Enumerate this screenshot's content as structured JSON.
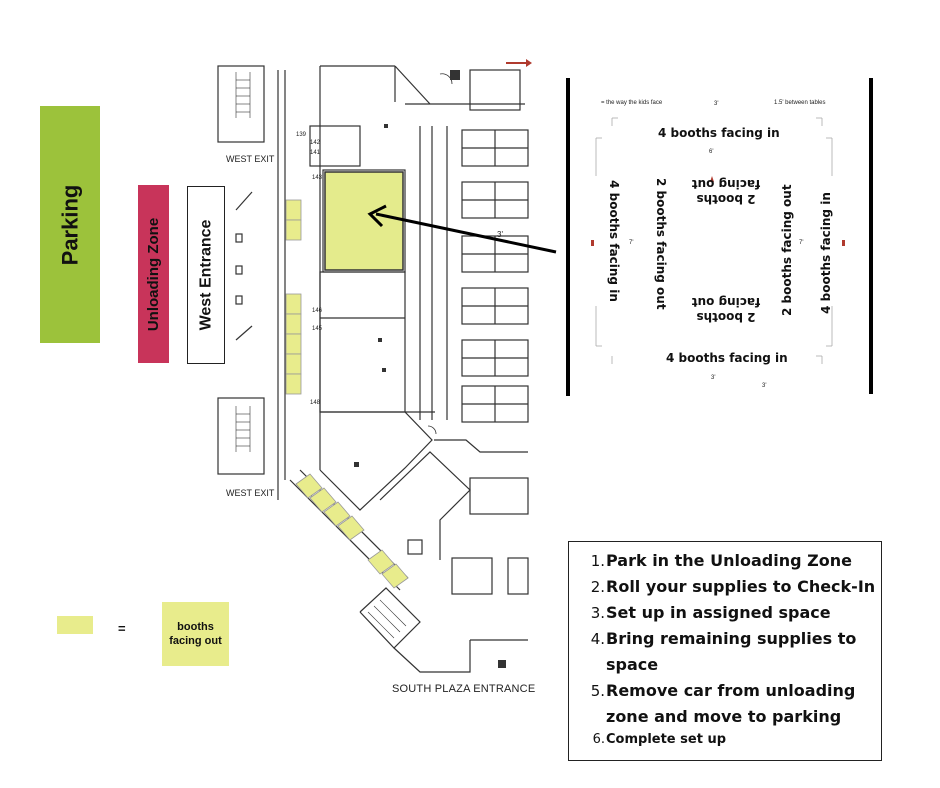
{
  "zones": {
    "parking": "Parking",
    "unloading": "Unloading Zone",
    "west_entrance": "West Entrance"
  },
  "floorplan": {
    "west_exit_top": "WEST EXIT",
    "west_exit_bottom": "WEST EXIT",
    "south_plaza": "SOUTH PLAZA ENTRANCE",
    "room_nums": [
      "139",
      "142",
      "141",
      "143",
      "146",
      "145",
      "148"
    ],
    "dimension_mark": "3'"
  },
  "legend": {
    "equals": "=",
    "label": "booths facing out",
    "swatch_color": "#e8ec8c"
  },
  "booth_diagram": {
    "note_left": "= the way the kids face",
    "note_dim_top": "3'",
    "note_right": "1.5' between tables",
    "top": "4 booths facing in",
    "gap": "6'",
    "left_in": "4 booths facing in",
    "left_out": "2 booths facing out",
    "center_top": "2 booths facing out",
    "center_bottom": "2 booths facing out",
    "right_out": "2 booths facing out",
    "right_in": "4 booths facing in",
    "bottom": "4 booths facing in",
    "dim_left": "7'",
    "dim_right": "7'",
    "dim_bottom_a": "3'",
    "dim_bottom_b": "3'"
  },
  "steps": [
    {
      "num": "1.",
      "text": "Park in the Unloading Zone"
    },
    {
      "num": "2.",
      "text": "Roll your supplies to Check-In"
    },
    {
      "num": "3.",
      "text": "Set up in assigned space"
    },
    {
      "num": "4.",
      "text": "Bring remaining supplies to space"
    },
    {
      "num": "5.",
      "text": "Remove car from unloading zone and move to parking"
    },
    {
      "num": "6.",
      "text": "Complete set up"
    }
  ],
  "colors": {
    "parking": "#9cc23b",
    "unloading": "#c8345a",
    "booth": "#e8ec8c",
    "checkin_room": "#e4eb8c"
  }
}
